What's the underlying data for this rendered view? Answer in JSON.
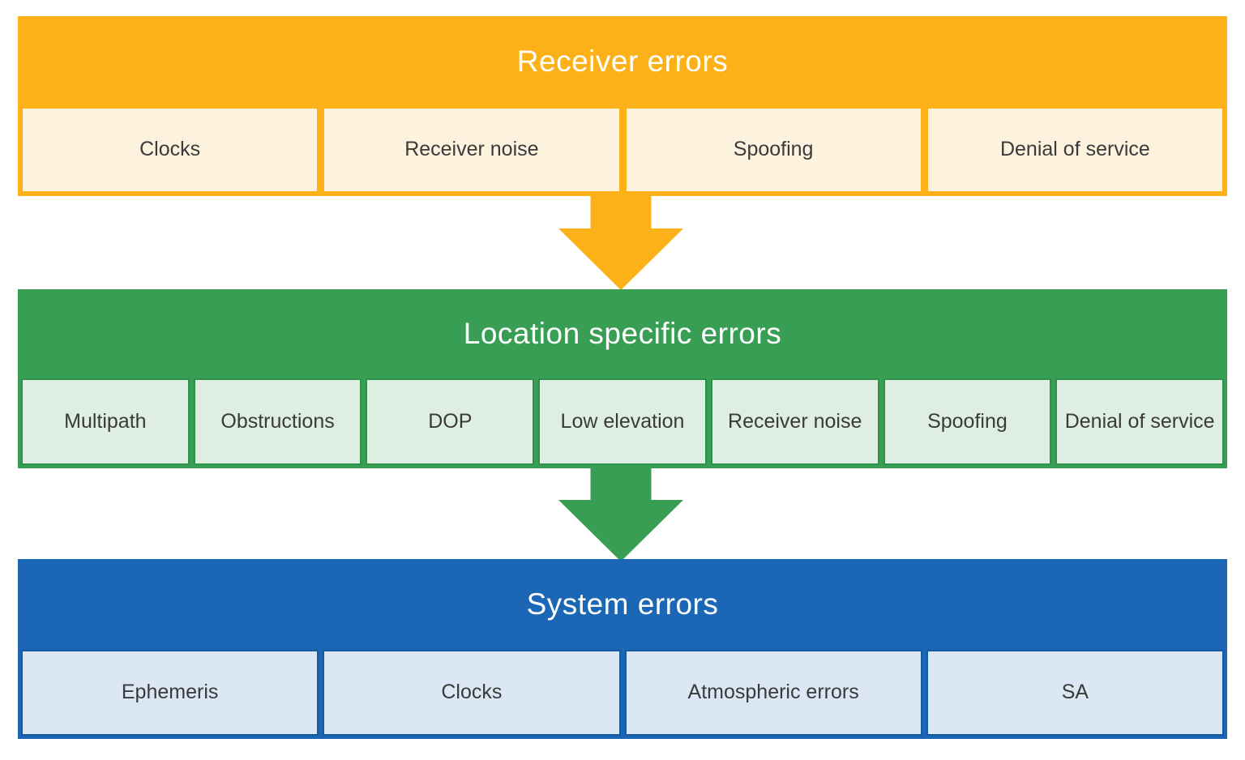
{
  "bands": [
    {
      "title": "Receiver errors",
      "cells": [
        "Clocks",
        "Receiver noise",
        "Spoofing",
        "Denial of service"
      ],
      "colors": {
        "band": "#FBB117",
        "cell": "#FDF2DE",
        "cell_border": "#FBB117"
      }
    },
    {
      "title": "Location specific errors",
      "cells": [
        "Multipath",
        "Obstructions",
        "DOP",
        "Low elevation",
        "Receiver noise",
        "Spoofing",
        "Denial of service"
      ],
      "colors": {
        "band": "#389E54",
        "cell": "#DFEEE3",
        "cell_border": "#2F9149"
      }
    },
    {
      "title": "System errors",
      "cells": [
        "Ephemeris",
        "Clocks",
        "Atmospheric errors",
        "SA"
      ],
      "colors": {
        "band": "#1B67B5",
        "cell": "#DCE7F5",
        "cell_border": "#17599F"
      }
    }
  ],
  "arrows": [
    {
      "name": "receiver-to-location-arrow",
      "color": "#FBB117"
    },
    {
      "name": "location-to-system-arrow",
      "color": "#389E54"
    }
  ],
  "text_colors": {
    "header": "#FFFFFF",
    "cell": "#3A3A3A"
  }
}
